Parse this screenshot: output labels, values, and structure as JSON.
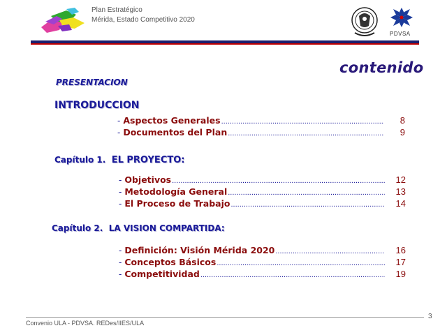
{
  "header": {
    "title_line1": "Plan Estratégico",
    "title_line2": "Mérida, Estado Competitivo 2020",
    "partner_logo_text": "PDVSA"
  },
  "heading": "contenido",
  "sections": {
    "presentacion": "PRESENTACION",
    "introduccion": "INTRODUCCION",
    "cap1_prefix": "Capítulo 1.",
    "cap1_title": "EL PROYECTO:",
    "cap2_prefix": "Capítulo 2.",
    "cap2_title": "LA VISION COMPARTIDA:"
  },
  "toc": {
    "intro": [
      {
        "label": "Aspectos Generales",
        "page": "8"
      },
      {
        "label": "Documentos del Plan",
        "page": "9"
      }
    ],
    "cap1": [
      {
        "label": "Objetivos",
        "page": "12"
      },
      {
        "label": "Metodología General",
        "page": "13"
      },
      {
        "label": "El Proceso de Trabajo",
        "page": "14"
      }
    ],
    "cap2": [
      {
        "label": "Definición: Visión Mérida 2020",
        "page": "16"
      },
      {
        "label": "Conceptos Básicos",
        "page": "17"
      },
      {
        "label": "Competitividad",
        "page": "19"
      }
    ]
  },
  "footer": {
    "text": "Convenio ULA - PDVSA. REDes/IIES/ULA",
    "page_number": "3"
  },
  "colors": {
    "navy": "#1a1a99",
    "dark_red": "#8b0d0d",
    "heading": "#2a1a7a",
    "pdvsa_red": "#d00000"
  }
}
